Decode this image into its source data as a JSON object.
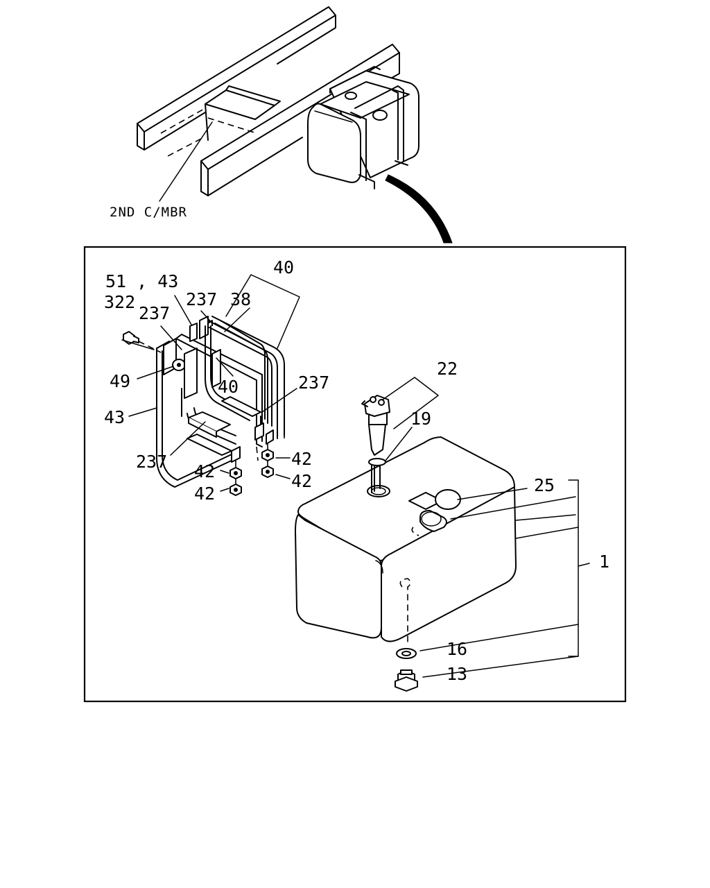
{
  "labels": {
    "frame_member": "2ND C/MBR",
    "l40_top": "40",
    "l51_43": "51 , 43",
    "l322": "322",
    "l237_a": "237",
    "l237_b": "237",
    "l38": "38",
    "l49": "49",
    "l40_mid": "40",
    "l237_c": "237",
    "l43": "43",
    "l237_d": "237",
    "l42_a": "42",
    "l42_b": "42",
    "l42_c": "42",
    "l42_d": "42",
    "l22": "22",
    "l19": "19",
    "l25": "25",
    "l1": "1",
    "l16": "16",
    "l13": "13"
  }
}
